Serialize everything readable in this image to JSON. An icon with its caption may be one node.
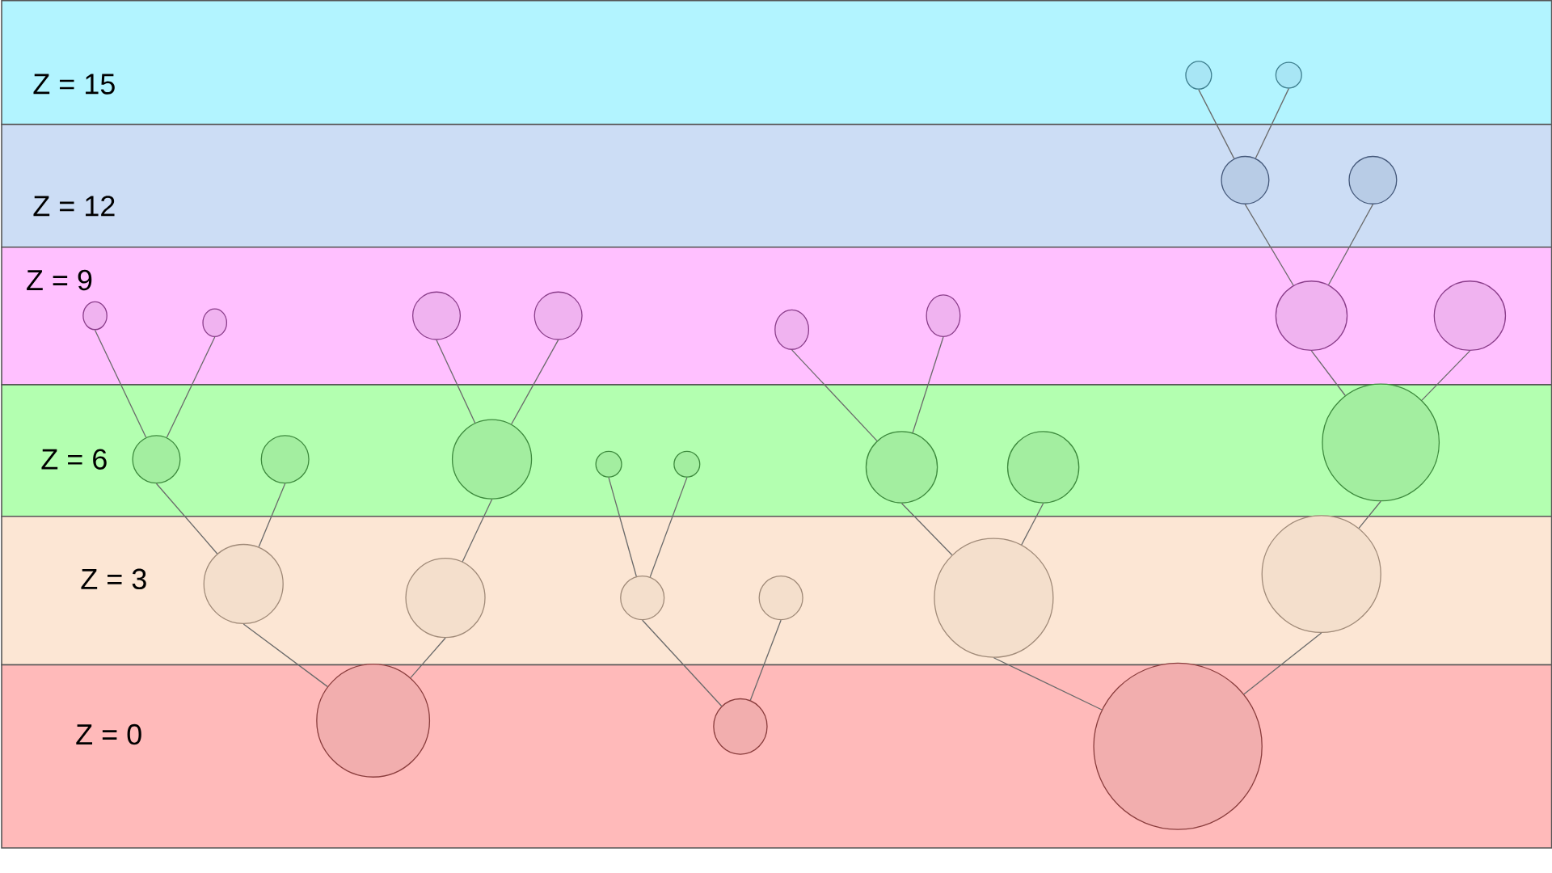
{
  "diagram": {
    "nodes": [
      {
        "text": [
          "Z = 15"
        ]
      },
      {
        "text": [],
        "shape": "circle",
        "in": 0
      },
      {
        "text": [],
        "shape": "circle",
        "in": 0
      },
      {
        "text": [
          "Z = 12"
        ]
      },
      {
        "text": [],
        "shape": "circle",
        "in": 3
      },
      {
        "text": [],
        "shape": "circle",
        "in": 3
      },
      {
        "text": [
          "Z = 9"
        ]
      },
      {
        "text": [],
        "shape": "circle",
        "in": 6
      },
      {
        "text": [],
        "shape": "circle",
        "in": 6
      },
      {
        "text": [],
        "shape": "circle",
        "in": 6
      },
      {
        "text": [],
        "shape": "circle",
        "in": 6
      },
      {
        "text": [],
        "shape": "circle",
        "in": 6
      },
      {
        "text": [],
        "shape": "circle",
        "in": 6
      },
      {
        "text": [],
        "shape": "circle",
        "in": 6
      },
      {
        "text": [],
        "shape": "circle",
        "in": 6
      },
      {
        "text": [
          "Z = 6"
        ]
      },
      {
        "text": [],
        "shape": "circle",
        "in": 15
      },
      {
        "text": [],
        "shape": "circle",
        "in": 15
      },
      {
        "text": [],
        "shape": "circle",
        "in": 15
      },
      {
        "text": [],
        "shape": "circle",
        "in": 15
      },
      {
        "text": [],
        "shape": "circle",
        "in": 15
      },
      {
        "text": [],
        "shape": "circle",
        "in": 15
      },
      {
        "text": [],
        "shape": "circle",
        "in": 15
      },
      {
        "text": [],
        "shape": "circle",
        "in": 15
      },
      {
        "text": [
          "Z = 3"
        ]
      },
      {
        "text": [],
        "shape": "circle",
        "in": 24
      },
      {
        "text": [],
        "shape": "circle",
        "in": 24
      },
      {
        "text": [],
        "shape": "circle",
        "in": 24
      },
      {
        "text": [],
        "shape": "circle",
        "in": 24
      },
      {
        "text": [],
        "shape": "circle",
        "in": 24
      },
      {
        "text": [],
        "shape": "circle",
        "in": 24
      },
      {
        "text": [
          "Z = 0"
        ]
      },
      {
        "text": [],
        "shape": "circle",
        "in": 31
      },
      {
        "text": [],
        "shape": "circle",
        "in": 31
      },
      {
        "text": [],
        "shape": "circle",
        "in": 31
      }
    ],
    "edges": [
      {
        "from": 32,
        "to": 25,
        "arrow": "none"
      },
      {
        "from": 32,
        "to": 26,
        "arrow": "none"
      },
      {
        "from": 25,
        "to": 16,
        "arrow": "none"
      },
      {
        "from": 25,
        "to": 17,
        "arrow": "none"
      },
      {
        "from": 16,
        "to": 7,
        "arrow": "none"
      },
      {
        "from": 16,
        "to": 8,
        "arrow": "none"
      },
      {
        "from": 26,
        "to": 18,
        "arrow": "none"
      },
      {
        "from": 18,
        "to": 9,
        "arrow": "none"
      },
      {
        "from": 18,
        "to": 10,
        "arrow": "none"
      },
      {
        "from": 33,
        "to": 27,
        "arrow": "none"
      },
      {
        "from": 33,
        "to": 28,
        "arrow": "none"
      },
      {
        "from": 27,
        "to": 19,
        "arrow": "none"
      },
      {
        "from": 27,
        "to": 20,
        "arrow": "none"
      },
      {
        "from": 34,
        "to": 29,
        "arrow": "none"
      },
      {
        "from": 34,
        "to": 30,
        "arrow": "none"
      },
      {
        "from": 29,
        "to": 21,
        "arrow": "none"
      },
      {
        "from": 29,
        "to": 22,
        "arrow": "none"
      },
      {
        "from": 21,
        "to": 11,
        "arrow": "none"
      },
      {
        "from": 21,
        "to": 12,
        "arrow": "none"
      },
      {
        "from": 30,
        "to": 23,
        "arrow": "none"
      },
      {
        "from": 23,
        "to": 13,
        "arrow": "none"
      },
      {
        "from": 23,
        "to": 14,
        "arrow": "none"
      },
      {
        "from": 13,
        "to": 4,
        "arrow": "none"
      },
      {
        "from": 13,
        "to": 5,
        "arrow": "none"
      },
      {
        "from": 4,
        "to": 1,
        "arrow": "none"
      },
      {
        "from": 4,
        "to": 2,
        "arrow": "none"
      }
    ]
  }
}
